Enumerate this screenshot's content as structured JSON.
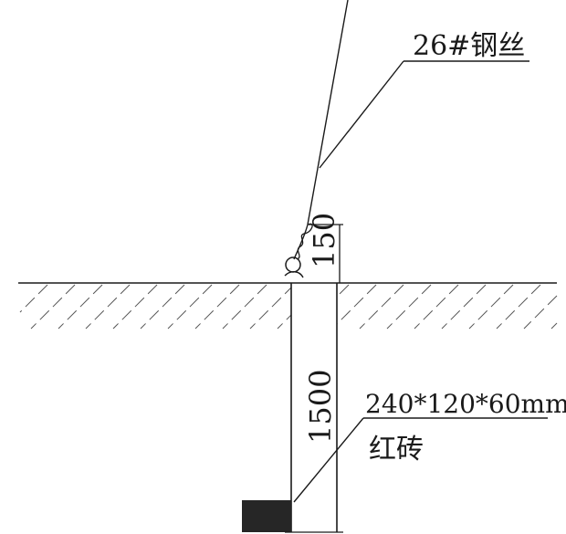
{
  "labels": {
    "wire": "26#钢丝",
    "brick_size": "240*120*60mm",
    "brick_name": "红砖"
  },
  "dimensions": {
    "above_ground": "150",
    "depth": "1500"
  },
  "colors": {
    "ink": "#1a1a1a",
    "brick": "#262626",
    "hatch": "#555555",
    "background": "#ffffff"
  }
}
